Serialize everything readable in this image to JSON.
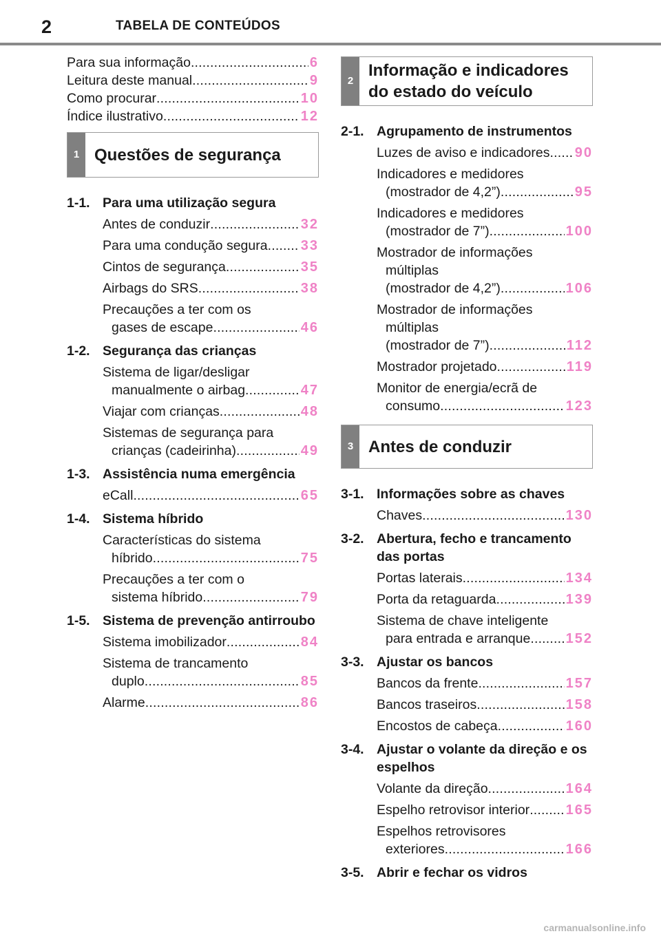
{
  "header": {
    "page_number": "2",
    "title": "TABELA DE CONTEÚDOS"
  },
  "intro": [
    {
      "label": "Para sua informação",
      "page": "6"
    },
    {
      "label": "Leitura deste manual",
      "page": "9"
    },
    {
      "label": "Como procurar",
      "page": "10"
    },
    {
      "label": "Índice ilustrativo",
      "page": "12"
    }
  ],
  "chapter1": {
    "number": "1",
    "title": "Questões de segurança",
    "sections": [
      {
        "num": "1-1.",
        "title": "Para uma utilização segura",
        "entries": [
          {
            "lines": [
              "Antes de conduzir"
            ],
            "page": "32"
          },
          {
            "lines": [
              "Para uma condução segura"
            ],
            "page": "33"
          },
          {
            "lines": [
              "Cintos de segurança"
            ],
            "page": "35"
          },
          {
            "lines": [
              "Airbags do SRS "
            ],
            "page": "38"
          },
          {
            "lines": [
              "Precauções a ter com os",
              "gases de escape"
            ],
            "page": "46"
          }
        ]
      },
      {
        "num": "1-2.",
        "title": "Segurança das crianças",
        "entries": [
          {
            "lines": [
              "Sistema de ligar/desligar",
              "manualmente o airbag"
            ],
            "page": "47"
          },
          {
            "lines": [
              "Viajar com crianças"
            ],
            "page": "48"
          },
          {
            "lines": [
              "Sistemas de segurança para",
              "crianças (cadeirinha)"
            ],
            "page": "49"
          }
        ]
      },
      {
        "num": "1-3.",
        "title": "Assistência numa emergência",
        "entries": [
          {
            "lines": [
              "eCall"
            ],
            "page": "65"
          }
        ]
      },
      {
        "num": "1-4.",
        "title": "Sistema híbrido",
        "entries": [
          {
            "lines": [
              "Características do sistema",
              "híbrido"
            ],
            "page": "75"
          },
          {
            "lines": [
              "Precauções a ter com o",
              "sistema híbrido"
            ],
            "page": "79"
          }
        ]
      },
      {
        "num": "1-5.",
        "title": "Sistema de prevenção antirroubo",
        "entries": [
          {
            "lines": [
              "Sistema imobilizador"
            ],
            "page": "84"
          },
          {
            "lines": [
              "Sistema de trancamento",
              "duplo"
            ],
            "page": "85"
          },
          {
            "lines": [
              "Alarme"
            ],
            "page": "86"
          }
        ]
      }
    ]
  },
  "chapter2": {
    "number": "2",
    "title": "Informação e indicadores do estado do veículo",
    "sections": [
      {
        "num": "2-1.",
        "title": "Agrupamento de instrumentos",
        "entries": [
          {
            "lines": [
              "Luzes de aviso e indicadores"
            ],
            "page": "90"
          },
          {
            "lines": [
              "Indicadores e medidores",
              "(mostrador de 4,2”)"
            ],
            "page": "95"
          },
          {
            "lines": [
              "Indicadores e medidores",
              "(mostrador de 7”)"
            ],
            "page": "100"
          },
          {
            "lines": [
              "Mostrador de informações",
              "múltiplas",
              "(mostrador de 4,2”)"
            ],
            "page": "106"
          },
          {
            "lines": [
              "Mostrador de informações",
              "múltiplas",
              "(mostrador de 7”)"
            ],
            "page": "112"
          },
          {
            "lines": [
              "Mostrador projetado"
            ],
            "page": "119"
          },
          {
            "lines": [
              "Monitor de energia/ecrã de",
              "consumo"
            ],
            "page": "123"
          }
        ]
      }
    ]
  },
  "chapter3": {
    "number": "3",
    "title": "Antes de conduzir",
    "sections": [
      {
        "num": "3-1.",
        "title": "Informações sobre as chaves",
        "entries": [
          {
            "lines": [
              "Chaves"
            ],
            "page": "130"
          }
        ]
      },
      {
        "num": "3-2.",
        "title": "Abertura, fecho e trancamento das portas",
        "entries": [
          {
            "lines": [
              "Portas laterais"
            ],
            "page": "134"
          },
          {
            "lines": [
              "Porta da retaguarda"
            ],
            "page": "139"
          },
          {
            "lines": [
              "Sistema de chave inteligente",
              "para entrada e arranque"
            ],
            "page": "152"
          }
        ]
      },
      {
        "num": "3-3.",
        "title": "Ajustar os bancos",
        "entries": [
          {
            "lines": [
              "Bancos da frente"
            ],
            "page": "157"
          },
          {
            "lines": [
              "Bancos traseiros"
            ],
            "page": "158"
          },
          {
            "lines": [
              "Encostos de cabeça"
            ],
            "page": "160"
          }
        ]
      },
      {
        "num": "3-4.",
        "title": "Ajustar o volante da direção e os espelhos",
        "entries": [
          {
            "lines": [
              "Volante da direção"
            ],
            "page": "164"
          },
          {
            "lines": [
              "Espelho retrovisor interior"
            ],
            "page": "165"
          },
          {
            "lines": [
              "Espelhos retrovisores",
              "exteriores"
            ],
            "page": "166"
          }
        ]
      },
      {
        "num": "3-5.",
        "title": "Abrir e fechar os vidros",
        "entries": []
      }
    ]
  },
  "watermark": "carmanualsonline.info",
  "colors": {
    "page_number": "#ef82c6",
    "chapter_tab": "#808080",
    "rule": "#8a8a8a"
  }
}
